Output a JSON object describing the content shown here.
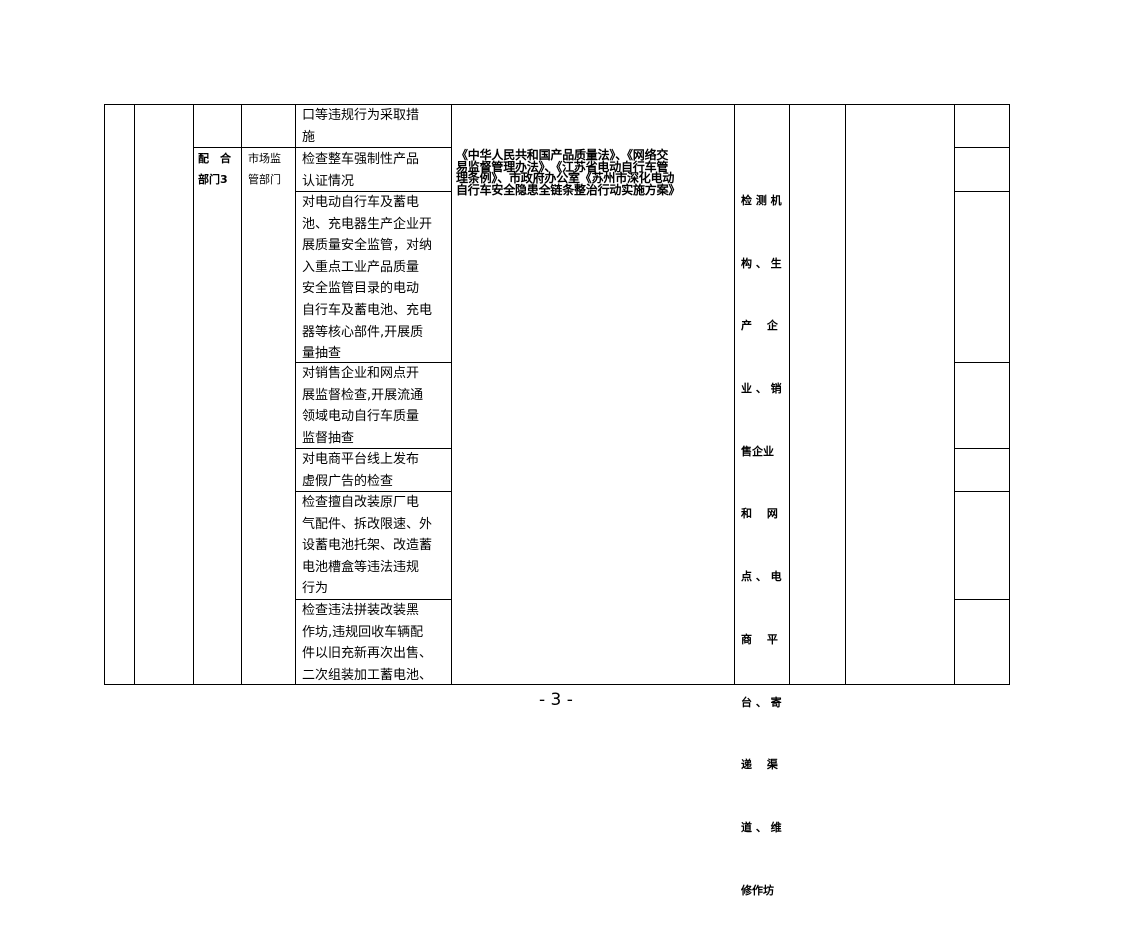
{
  "table": {
    "coop_dept": {
      "lines": [
        "配　合",
        "部门3"
      ]
    },
    "unit": {
      "lines": [
        "市场监",
        "管部门"
      ]
    },
    "cont_row": {
      "lines": [
        "口等违规行为采取措",
        "施"
      ]
    },
    "tasks": [
      {
        "lines": [
          "检查整车强制性产品",
          "认证情况"
        ]
      },
      {
        "lines": [
          "对电动自行车及蓄电",
          "池、充电器生产企业开",
          "展质量安全监管，对纳",
          "入重点工业产品质量",
          "安全监管目录的电动",
          "自行车及蓄电池、充电",
          "器等核心部件,开展质",
          "量抽查"
        ]
      },
      {
        "lines": [
          "对销售企业和网点开",
          "展监督检查,开展流通",
          "领域电动自行车质量",
          "监督抽查"
        ]
      },
      {
        "lines": [
          "对电商平台线上发布",
          "虚假广告的检查"
        ]
      },
      {
        "lines": [
          "检查擅自改装原厂电",
          "气配件、拆改限速、外",
          "设蓄电池托架、改造蓄",
          "电池槽盒等违法违规",
          "行为"
        ]
      },
      {
        "lines": [
          "检查违法拼装改装黑",
          "作坊,违规回收车辆配",
          "件以旧充新再次出售、",
          "二次组装加工蓄电池、"
        ]
      }
    ],
    "laws": {
      "lines": [
        "《中华人民共和国产品质量法》、《网络交",
        "易监督管理办法》、《江苏省电动自行车管",
        "理条例》、市政府办公室《苏州市深化电动",
        "自行车安全隐患全链条整治行动实施方案》"
      ]
    },
    "objects": {
      "lines": [
        "检 测 机",
        "构 、 生",
        "产　 企",
        "业 、 销",
        "售企业",
        "和　 网",
        "点 、 电",
        "商　 平",
        "台 、 寄",
        "递　 渠",
        "道 、 维",
        "修作坊"
      ]
    }
  },
  "footer": {
    "page_number": "- 3 -"
  }
}
